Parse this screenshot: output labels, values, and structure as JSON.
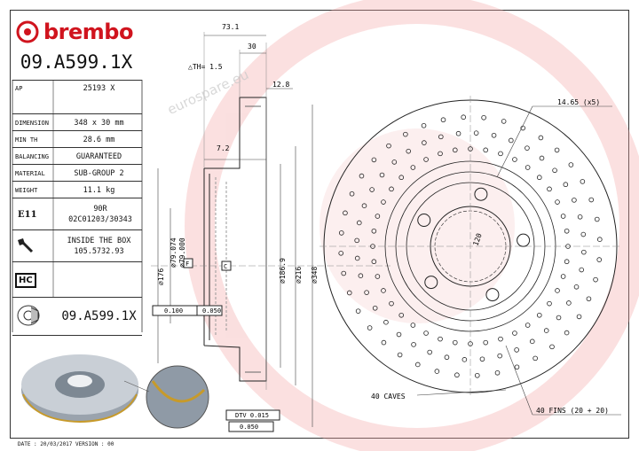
{
  "brand": {
    "name": "brembo"
  },
  "part_number": "09.A599.1X",
  "specs": [
    {
      "label": "AP",
      "value": "25193 X"
    },
    {
      "label": "DIMENSION",
      "value": "348 x 30 mm"
    },
    {
      "label": "MIN TH",
      "value": "28.6 mm"
    },
    {
      "label": "BALANCING",
      "value": "GUARANTEED"
    },
    {
      "label": "MATERIAL",
      "value": "SUB-GROUP 2"
    },
    {
      "label": "WEIGHT",
      "value": "11.1 kg"
    }
  ],
  "homologation": {
    "mark": "E11",
    "line1": "90R",
    "line2": "02C01203/30343"
  },
  "inside_box": {
    "line1": "INSIDE THE BOX",
    "line2": "105.5732.93"
  },
  "hc_mark": "HC",
  "part_number_repeat": "09.A599.1X",
  "footer": "DATE : 20/03/2017 VERSION : 00",
  "watermark": "eurospare.eu",
  "dimensions": {
    "overall_width": "73.1",
    "thickness": "30",
    "th_delta": "△TH= 1.5",
    "plate_thickness": "12.8",
    "hat_step": "7.2",
    "d_176": "⌀176",
    "d_79_074": "⌀79.074",
    "d_79_000": "⌀79.000",
    "d_186_9": "⌀186.9",
    "d_216": "⌀216",
    "d_348": "⌀348",
    "datum_f": "F",
    "datum_c": "C",
    "tol_runout": "0.100",
    "tol_flat": "0.050",
    "dtv": "DTV 0.015",
    "parallel": "0.050",
    "pcd": "120",
    "holes": "14.65 (x5)",
    "caves": "40 CAVES",
    "fins": "40 FINS (20 + 20)"
  }
}
